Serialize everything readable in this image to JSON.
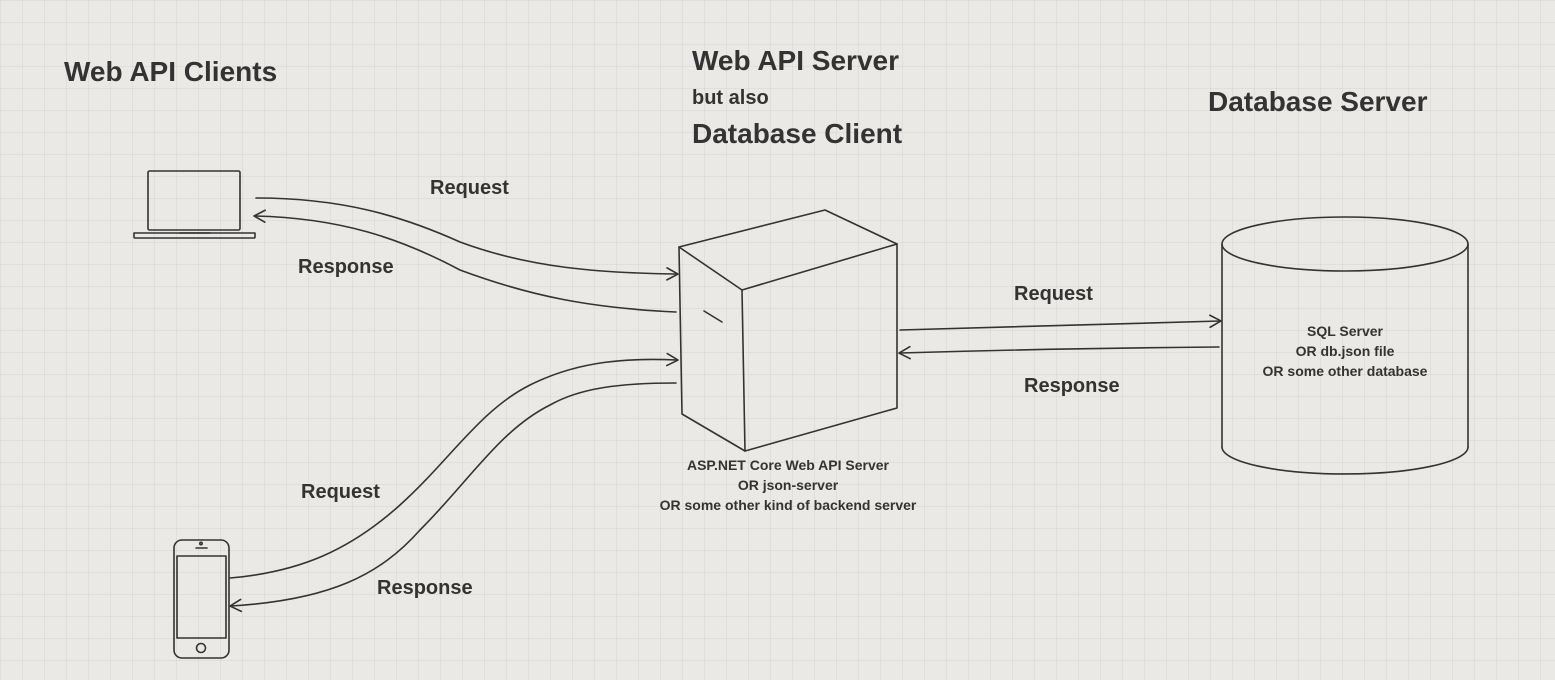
{
  "clients": {
    "title": "Web API Clients"
  },
  "server": {
    "title_line1": "Web API Server",
    "title_line2": "but also",
    "title_line3": "Database Client",
    "caption": [
      "ASP.NET Core Web API Server",
      "OR json-server",
      "OR some other kind of backend server"
    ]
  },
  "database": {
    "title": "Database Server",
    "caption": [
      "SQL Server",
      "OR db.json file",
      "OR some other database"
    ]
  },
  "flows": {
    "laptop_request": "Request",
    "laptop_response": "Response",
    "phone_request": "Request",
    "phone_response": "Response",
    "db_request": "Request",
    "db_response": "Response"
  },
  "icons": [
    "laptop-icon",
    "smartphone-icon",
    "server-box-icon",
    "database-cylinder-icon"
  ],
  "colors": {
    "background": "#ebe9e6",
    "ink": "#333333",
    "grid": "#d9d7d3"
  }
}
